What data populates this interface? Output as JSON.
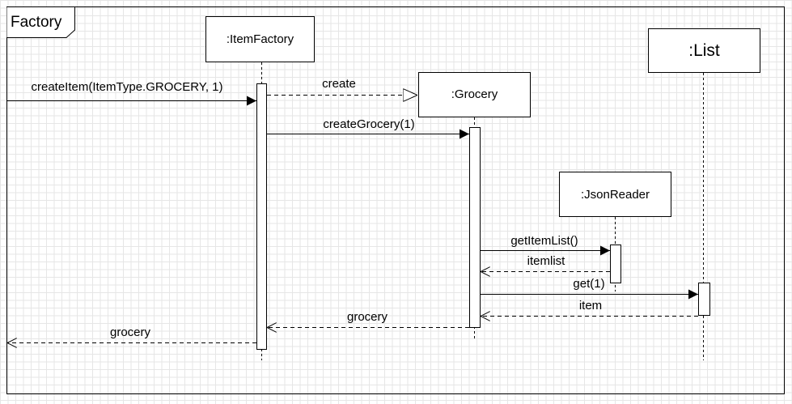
{
  "frame": {
    "title": "Factory"
  },
  "participants": {
    "item_factory": ":ItemFactory",
    "grocery": ":Grocery",
    "json_reader": ":JsonReader",
    "list": ":List"
  },
  "messages": {
    "create_item": "createItem(ItemType.GROCERY, 1)",
    "create": "create",
    "create_grocery": "createGrocery(1)",
    "get_item_list": "getItemList()",
    "itemlist_return": "itemlist",
    "get": "get(1)",
    "item_return": "item",
    "grocery_return_factory": "grocery",
    "grocery_return_caller": "grocery"
  },
  "colors": {
    "line": "#000000",
    "box_fill": "#ffffff",
    "grid": "#e6e6e6"
  }
}
